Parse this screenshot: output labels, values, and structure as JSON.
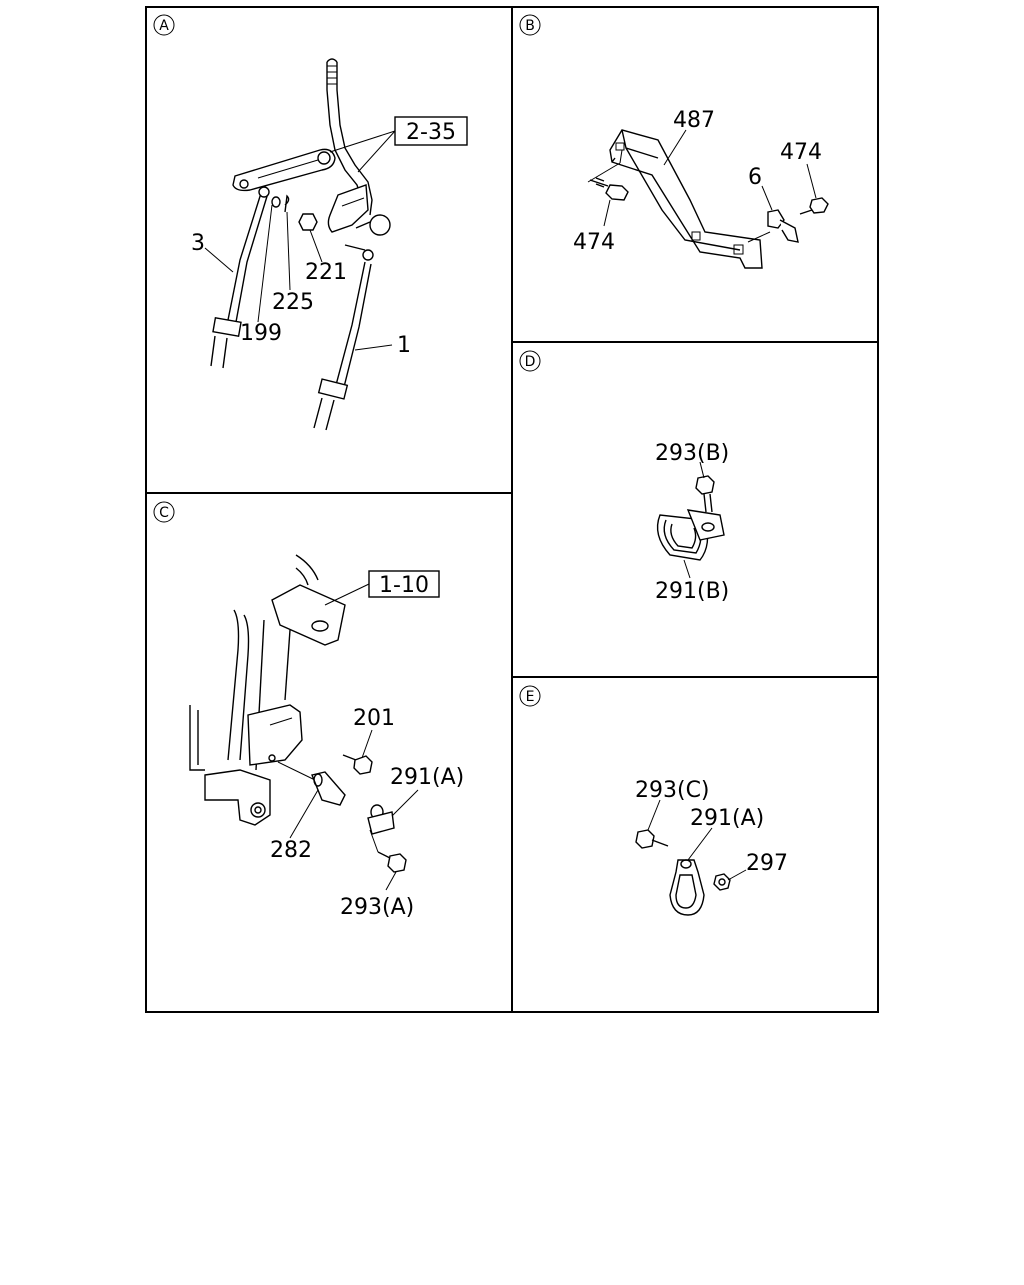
{
  "panels": {
    "a": {
      "letter": "A",
      "ref_box": "2-35",
      "callouts": {
        "c3": "3",
        "c199": "199",
        "c225": "225",
        "c221": "221",
        "c1": "1"
      }
    },
    "b": {
      "letter": "B",
      "callouts": {
        "c487": "487",
        "c474_top": "474",
        "c6": "6",
        "c474_left": "474"
      }
    },
    "c": {
      "letter": "C",
      "ref_box": "1-10",
      "callouts": {
        "c201": "201",
        "c291a": "291(A)",
        "c282": "282",
        "c293a": "293(A)"
      }
    },
    "d": {
      "letter": "D",
      "callouts": {
        "c293b": "293(B)",
        "c291b": "291(B)"
      }
    },
    "e": {
      "letter": "E",
      "callouts": {
        "c293c": "293(C)",
        "c291a": "291(A)",
        "c297": "297"
      }
    }
  }
}
